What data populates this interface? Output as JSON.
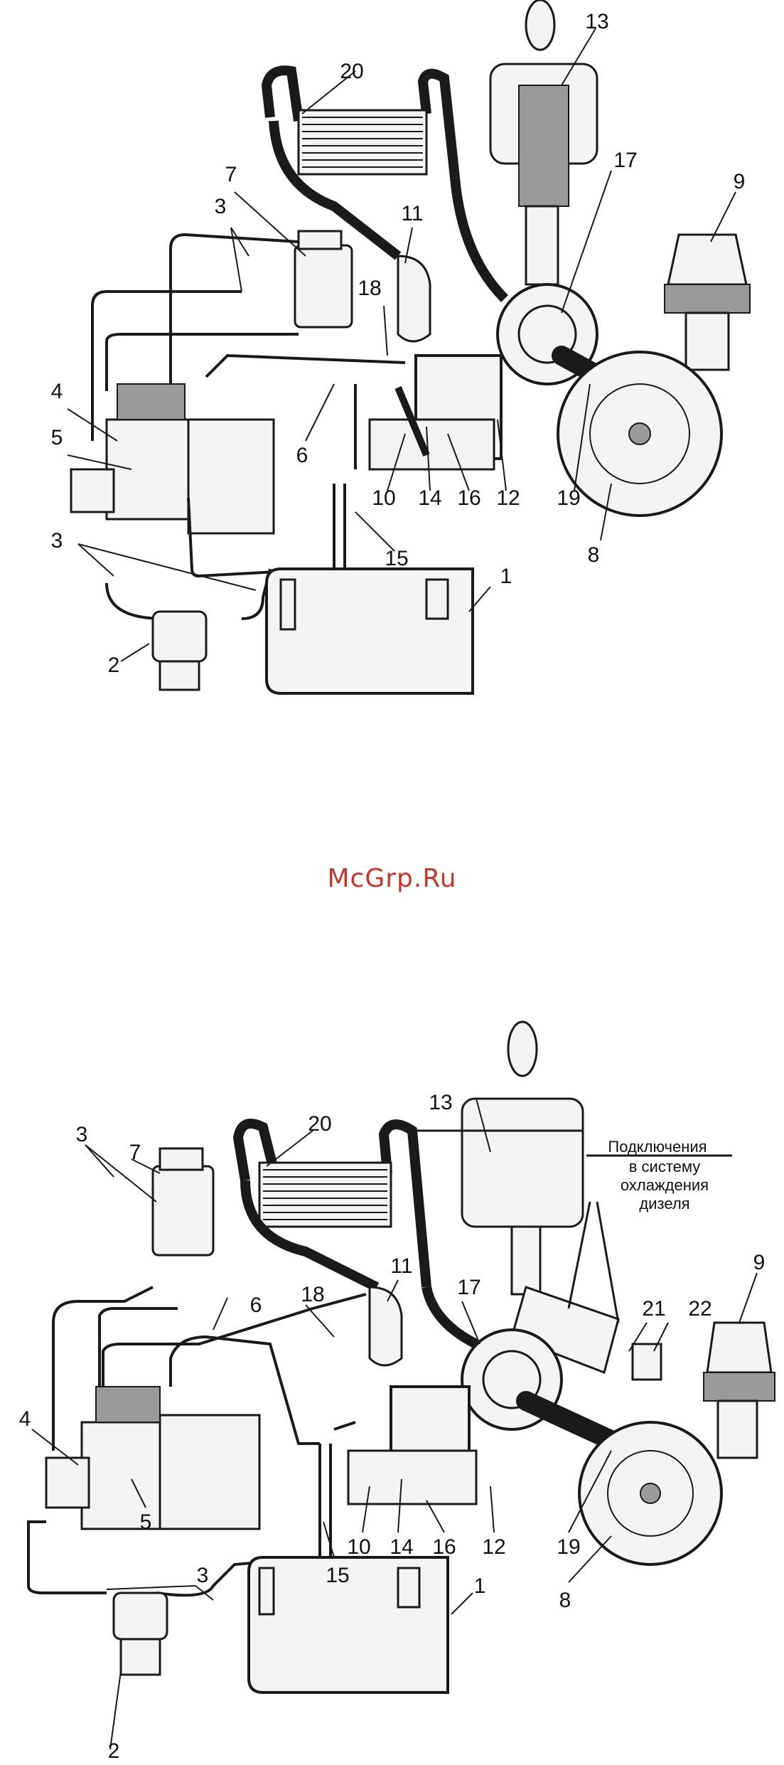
{
  "watermark": "McGrp.Ru",
  "diagram_top": {
    "labels": [
      "1",
      "2",
      "3",
      "3",
      "4",
      "5",
      "6",
      "7",
      "8",
      "9",
      "10",
      "11",
      "12",
      "13",
      "14",
      "15",
      "16",
      "17",
      "18",
      "19",
      "20"
    ]
  },
  "diagram_bottom": {
    "labels": [
      "1",
      "2",
      "3",
      "3",
      "4",
      "5",
      "6",
      "7",
      "8",
      "9",
      "10",
      "11",
      "12",
      "13",
      "14",
      "15",
      "16",
      "17",
      "18",
      "19",
      "20",
      "21",
      "22"
    ],
    "note_lines": [
      "Подключения",
      "в систему",
      "охлаждения",
      "дизеля"
    ]
  }
}
